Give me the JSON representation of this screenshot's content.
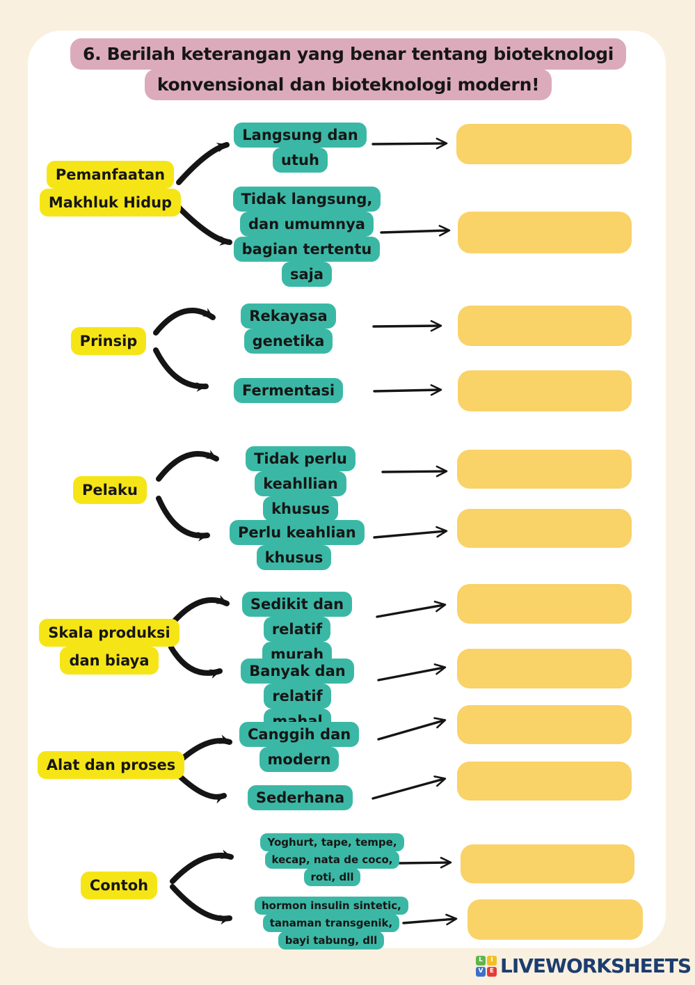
{
  "header": {
    "title_lines": [
      "6. Berilah keterangan yang benar tentang bioteknologi",
      "konvensional dan bioteknologi modern!"
    ]
  },
  "sections": [
    {
      "label_lines": [
        "Pemanfaatan",
        "Makhluk Hidup"
      ],
      "branches": [
        {
          "lines": [
            "Langsung dan",
            "utuh"
          ]
        },
        {
          "lines": [
            "Tidak langsung,",
            "dan umumnya",
            "bagian tertentu",
            "saja"
          ]
        }
      ]
    },
    {
      "label_lines": [
        "Prinsip"
      ],
      "branches": [
        {
          "lines": [
            "Rekayasa",
            "genetika"
          ]
        },
        {
          "lines": [
            "Fermentasi"
          ]
        }
      ]
    },
    {
      "label_lines": [
        "Pelaku"
      ],
      "branches": [
        {
          "lines": [
            "Tidak perlu",
            "keahllian khusus"
          ]
        },
        {
          "lines": [
            "Perlu keahlian",
            "khusus"
          ]
        }
      ]
    },
    {
      "label_lines": [
        "Skala produksi",
        "dan biaya"
      ],
      "branches": [
        {
          "lines": [
            "Sedikit dan",
            "relatif murah"
          ]
        },
        {
          "lines": [
            "Banyak dan",
            "relatif mahal"
          ]
        }
      ]
    },
    {
      "label_lines": [
        "Alat dan proses"
      ],
      "branches": [
        {
          "lines": [
            "Canggih dan",
            "modern"
          ]
        },
        {
          "lines": [
            "Sederhana"
          ]
        }
      ]
    },
    {
      "label_lines": [
        "Contoh"
      ],
      "branches": [
        {
          "lines": [
            "Yoghurt, tape, tempe,",
            "kecap, nata de coco,",
            "roti, dll"
          ]
        },
        {
          "lines": [
            "hormon insulin sintetic,",
            "tanaman transgenik,",
            "bayi tabung, dll"
          ]
        }
      ]
    }
  ],
  "answers": {
    "values": [
      "",
      "",
      "",
      "",
      "",
      "",
      "",
      "",
      "",
      "",
      "",
      ""
    ]
  },
  "footer": {
    "logo_letters": [
      "L",
      "I",
      "V",
      "E"
    ],
    "logo_text": "LIVEWORKSHEETS"
  },
  "colors": {
    "background_cream": "#FAF0DF",
    "card_white": "#FFFFFF",
    "header_pink": "#DCABBB",
    "label_yellow": "#F6E516",
    "option_teal": "#3BB8A5",
    "answer_amber": "#F9D268",
    "arrow_black": "#151515",
    "logo_navy": "#1C3D6E",
    "logo_green": "#5FB64A",
    "logo_yellow": "#F2BF24",
    "logo_blue": "#3E70C8",
    "logo_red": "#E63B36"
  }
}
